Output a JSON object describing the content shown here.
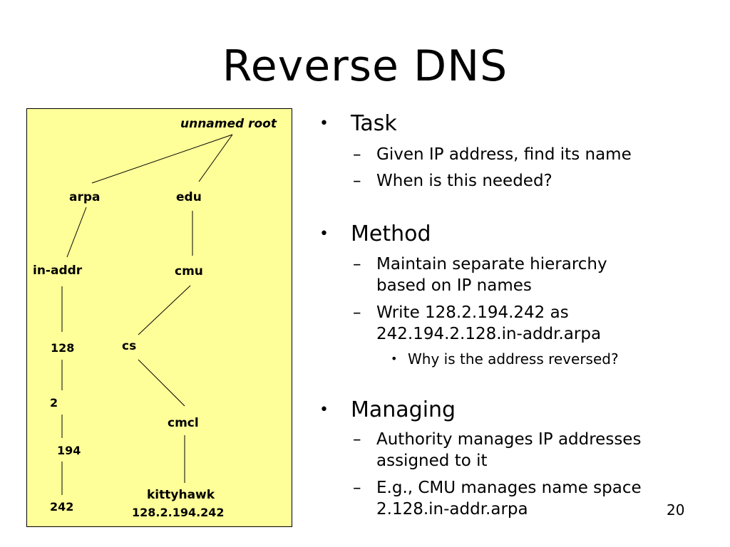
{
  "slide": {
    "title": "Reverse DNS",
    "page_number": "20"
  },
  "tree": {
    "nodes": {
      "root": "unnamed root",
      "arpa": "arpa",
      "edu": "edu",
      "in_addr": "in-addr",
      "cmu": "cmu",
      "n128": "128",
      "cs": "cs",
      "n2": "2",
      "cmcl": "cmcl",
      "n194": "194",
      "n242": "242",
      "kittyhawk": "kittyhawk",
      "kittyhawk_ip": "128.2.194.242"
    },
    "background_color": "#ffff99"
  },
  "bullets": {
    "task": {
      "label": "Task",
      "items": [
        "Given IP address, find its name",
        "When is this needed?"
      ]
    },
    "method": {
      "label": "Method",
      "item1_line1": "Maintain separate hierarchy",
      "item1_line2": "based on IP names",
      "item2_line1": "Write 128.2.194.242 as",
      "item2_line2": "242.194.2.128.in-addr.arpa",
      "sub_item": "Why is the address reversed?"
    },
    "managing": {
      "label": "Managing",
      "item1_line1": "Authority manages IP addresses",
      "item1_line2": "assigned to it",
      "item2_line1": "E.g., CMU manages name space",
      "item2_line2": "2.128.in-addr.arpa"
    },
    "bullet_glyph": "•",
    "dash_glyph": "–",
    "sub_glyph": "•"
  }
}
